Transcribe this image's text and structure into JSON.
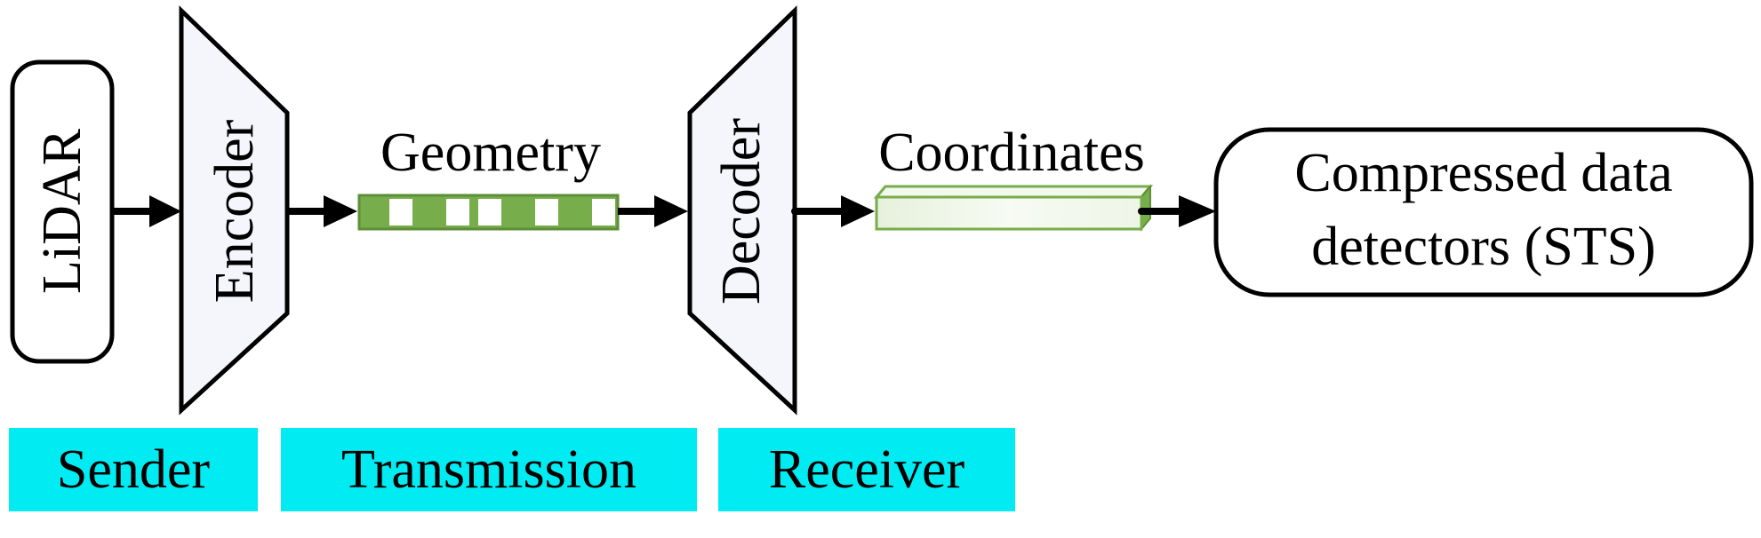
{
  "nodes": {
    "lidar": "LiDAR",
    "encoder": "Encoder",
    "decoder": "Decoder",
    "output_line1": "Compressed data",
    "output_line2": "detectors (STS)"
  },
  "labels": {
    "geometry": "Geometry",
    "coordinates": "Coordinates"
  },
  "stages": {
    "sender": "Sender",
    "transmission": "Transmission",
    "receiver": "Receiver"
  },
  "colors": {
    "stage_fill": "#00ECF2",
    "bitstream_fill": "#77AD4A",
    "bitstream_gap": "#FFFFFF",
    "coordinates_border": "#77AD4A",
    "trapezoid_fill": "#F4F6FB"
  }
}
